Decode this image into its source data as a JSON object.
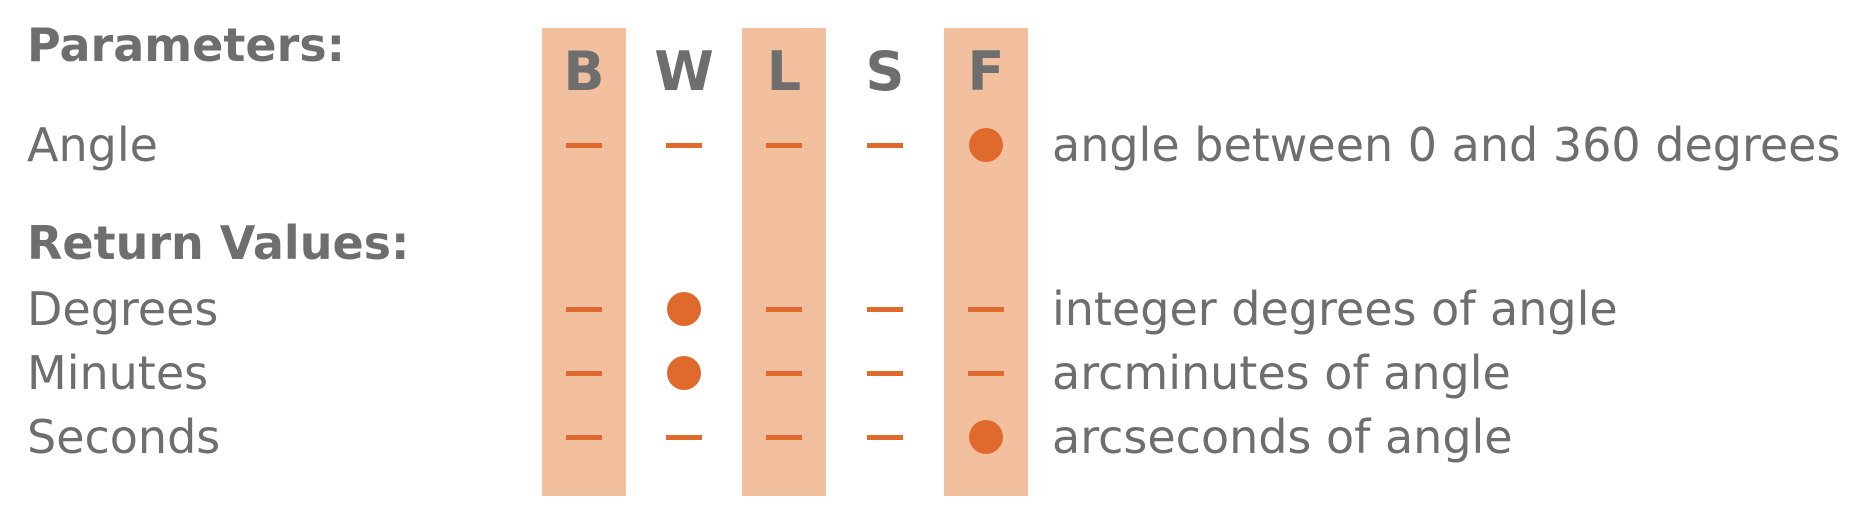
{
  "columns": [
    {
      "key": "B",
      "label": "B",
      "highlighted": true
    },
    {
      "key": "W",
      "label": "W",
      "highlighted": false
    },
    {
      "key": "L",
      "label": "L",
      "highlighted": true
    },
    {
      "key": "S",
      "label": "S",
      "highlighted": false
    },
    {
      "key": "F",
      "label": "F",
      "highlighted": true
    }
  ],
  "sections": {
    "parameters_title": "Parameters:",
    "return_values_title": "Return Values:"
  },
  "rows": [
    {
      "id": "angle",
      "label": "Angle",
      "marks": [
        "dash",
        "dash",
        "dash",
        "dash",
        "dot"
      ],
      "description": "angle between 0 and 360 degrees"
    },
    {
      "id": "degrees",
      "label": "Degrees",
      "marks": [
        "dash",
        "dot",
        "dash",
        "dash",
        "dash"
      ],
      "description": "integer degrees of angle"
    },
    {
      "id": "minutes",
      "label": "Minutes",
      "marks": [
        "dash",
        "dot",
        "dash",
        "dash",
        "dash"
      ],
      "description": "arcminutes of angle"
    },
    {
      "id": "seconds",
      "label": "Seconds",
      "marks": [
        "dash",
        "dash",
        "dash",
        "dash",
        "dot"
      ],
      "description": "arcseconds of angle"
    }
  ],
  "colors": {
    "band": "#f2c09e",
    "mark": "#e06a2e",
    "text": "#6e6e6e"
  }
}
